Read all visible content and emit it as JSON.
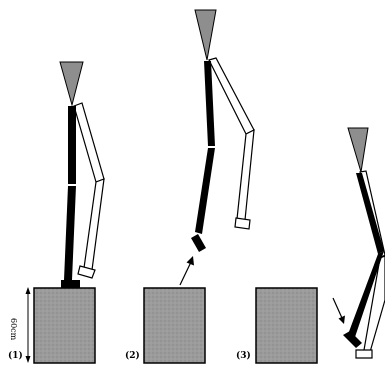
{
  "height_label": "60cm",
  "panels": [
    {
      "number": "(1)"
    },
    {
      "number": "(2)"
    },
    {
      "number": "(3)"
    }
  ],
  "colors": {
    "block_fill": "#9b9b9b",
    "head_fill": "#8e8e8e",
    "stance_leg": "#000000",
    "swing_leg": "#ffffff",
    "outline": "#000000"
  }
}
